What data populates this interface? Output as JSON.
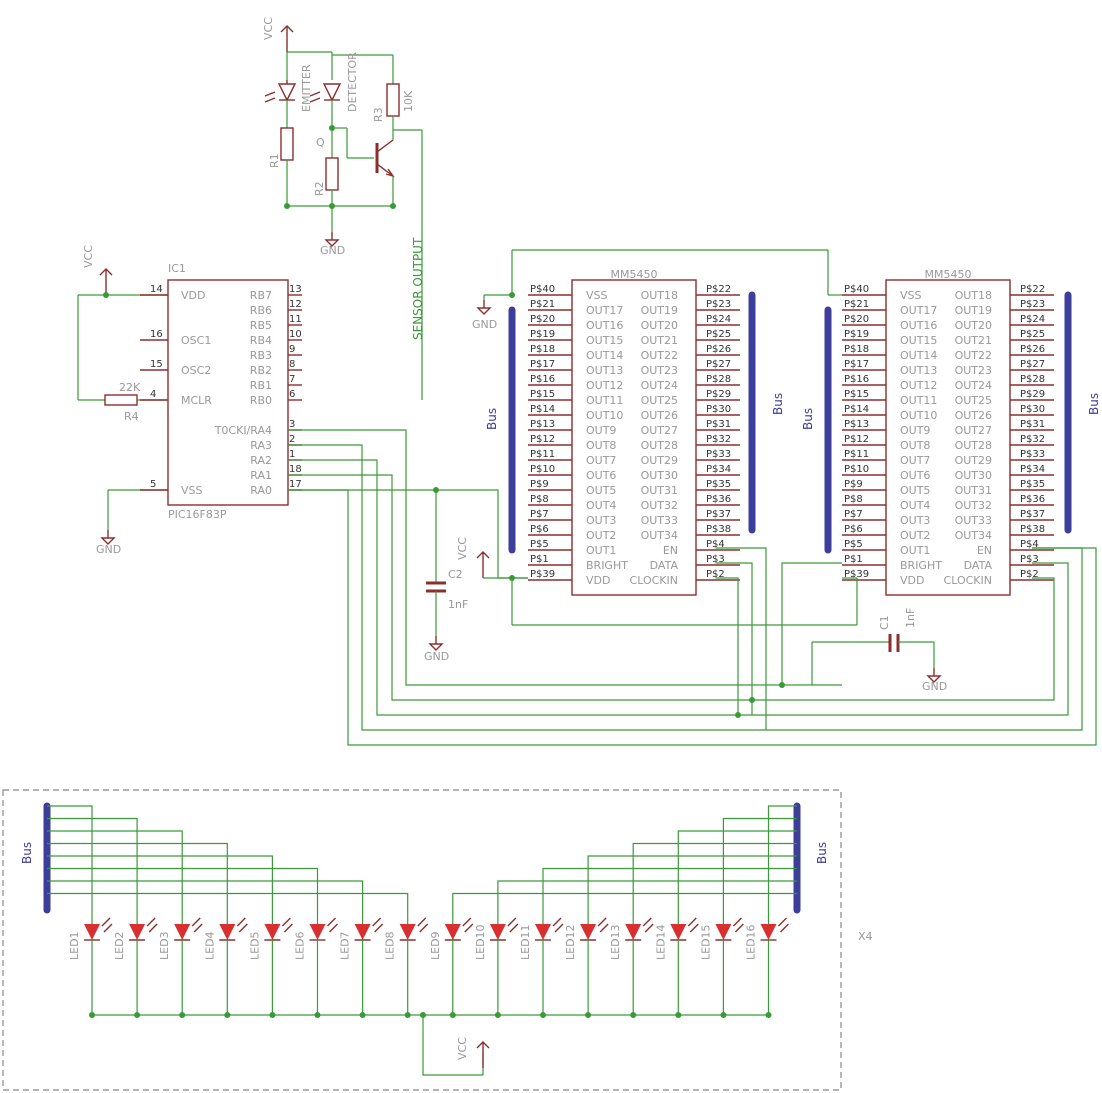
{
  "power": {
    "vcc": "VCC",
    "gnd": "GND"
  },
  "sensor": {
    "emitter": "EMITTER",
    "detector": "DETECTOR",
    "r1": "R1",
    "r2": "R2",
    "r3": "R3",
    "r3_value": "10K",
    "q": "Q",
    "output_label": "SENSOR OUTPUT"
  },
  "mcu": {
    "name": "IC1",
    "part": "PIC16F83P",
    "r4": "R4",
    "r4_value": "22K",
    "pins_left": [
      {
        "num": "14",
        "name": "VDD"
      },
      {
        "num": "16",
        "name": "OSC1"
      },
      {
        "num": "15",
        "name": "OSC2"
      },
      {
        "num": "4",
        "name": "MCLR"
      },
      {
        "num": "5",
        "name": "VSS"
      }
    ],
    "pins_right": [
      {
        "num": "13",
        "name": "RB7"
      },
      {
        "num": "12",
        "name": "RB6"
      },
      {
        "num": "11",
        "name": "RB5"
      },
      {
        "num": "10",
        "name": "RB4"
      },
      {
        "num": "9",
        "name": "RB3"
      },
      {
        "num": "8",
        "name": "RB2"
      },
      {
        "num": "7",
        "name": "RB1"
      },
      {
        "num": "6",
        "name": "RB0"
      },
      {
        "num": "3",
        "name": "T0CKI/RA4"
      },
      {
        "num": "2",
        "name": "RA3"
      },
      {
        "num": "1",
        "name": "RA2"
      },
      {
        "num": "18",
        "name": "RA1"
      },
      {
        "num": "17",
        "name": "RA0"
      }
    ]
  },
  "drivers": {
    "part": "MM5450",
    "left_pins": [
      "P$40",
      "P$21",
      "P$20",
      "P$19",
      "P$18",
      "P$17",
      "P$16",
      "P$15",
      "P$14",
      "P$13",
      "P$12",
      "P$11",
      "P$10",
      "P$9",
      "P$8",
      "P$7",
      "P$6",
      "P$5",
      "P$1",
      "P$39"
    ],
    "inner_left": [
      "VSS",
      "OUT17",
      "OUT16",
      "OUT15",
      "OUT14",
      "OUT13",
      "OUT12",
      "OUT11",
      "OUT10",
      "OUT9",
      "OUT8",
      "OUT7",
      "OUT6",
      "OUT5",
      "OUT4",
      "OUT3",
      "OUT2",
      "OUT1",
      "BRIGHT",
      "VDD"
    ],
    "inner_right": [
      "OUT18",
      "OUT19",
      "OUT20",
      "OUT21",
      "OUT22",
      "OUT23",
      "OUT24",
      "OUT25",
      "OUT26",
      "OUT27",
      "OUT28",
      "OUT29",
      "OUT30",
      "OUT31",
      "OUT32",
      "OUT33",
      "OUT34",
      "EN",
      "DATA",
      "CLOCKIN"
    ],
    "right_pins": [
      "P$22",
      "P$23",
      "P$24",
      "P$25",
      "P$26",
      "P$27",
      "P$28",
      "P$29",
      "P$30",
      "P$31",
      "P$32",
      "P$33",
      "P$34",
      "P$35",
      "P$36",
      "P$37",
      "P$38",
      "P$4",
      "P$3",
      "P$2"
    ]
  },
  "caps": {
    "c1": "C1",
    "c2": "C2",
    "value": "1nF"
  },
  "bus_label": "Bus",
  "led_block": {
    "name": "X4",
    "leds": [
      "LED1",
      "LED2",
      "LED3",
      "LED4",
      "LED5",
      "LED6",
      "LED7",
      "LED8",
      "LED9",
      "LED10",
      "LED11",
      "LED12",
      "LED13",
      "LED14",
      "LED15",
      "LED16"
    ]
  },
  "colors": {
    "wire": "#3a9a3a",
    "part": "#8b2e2e",
    "bus": "#3d3d9a",
    "led": "#d83030",
    "label": "#999999"
  }
}
